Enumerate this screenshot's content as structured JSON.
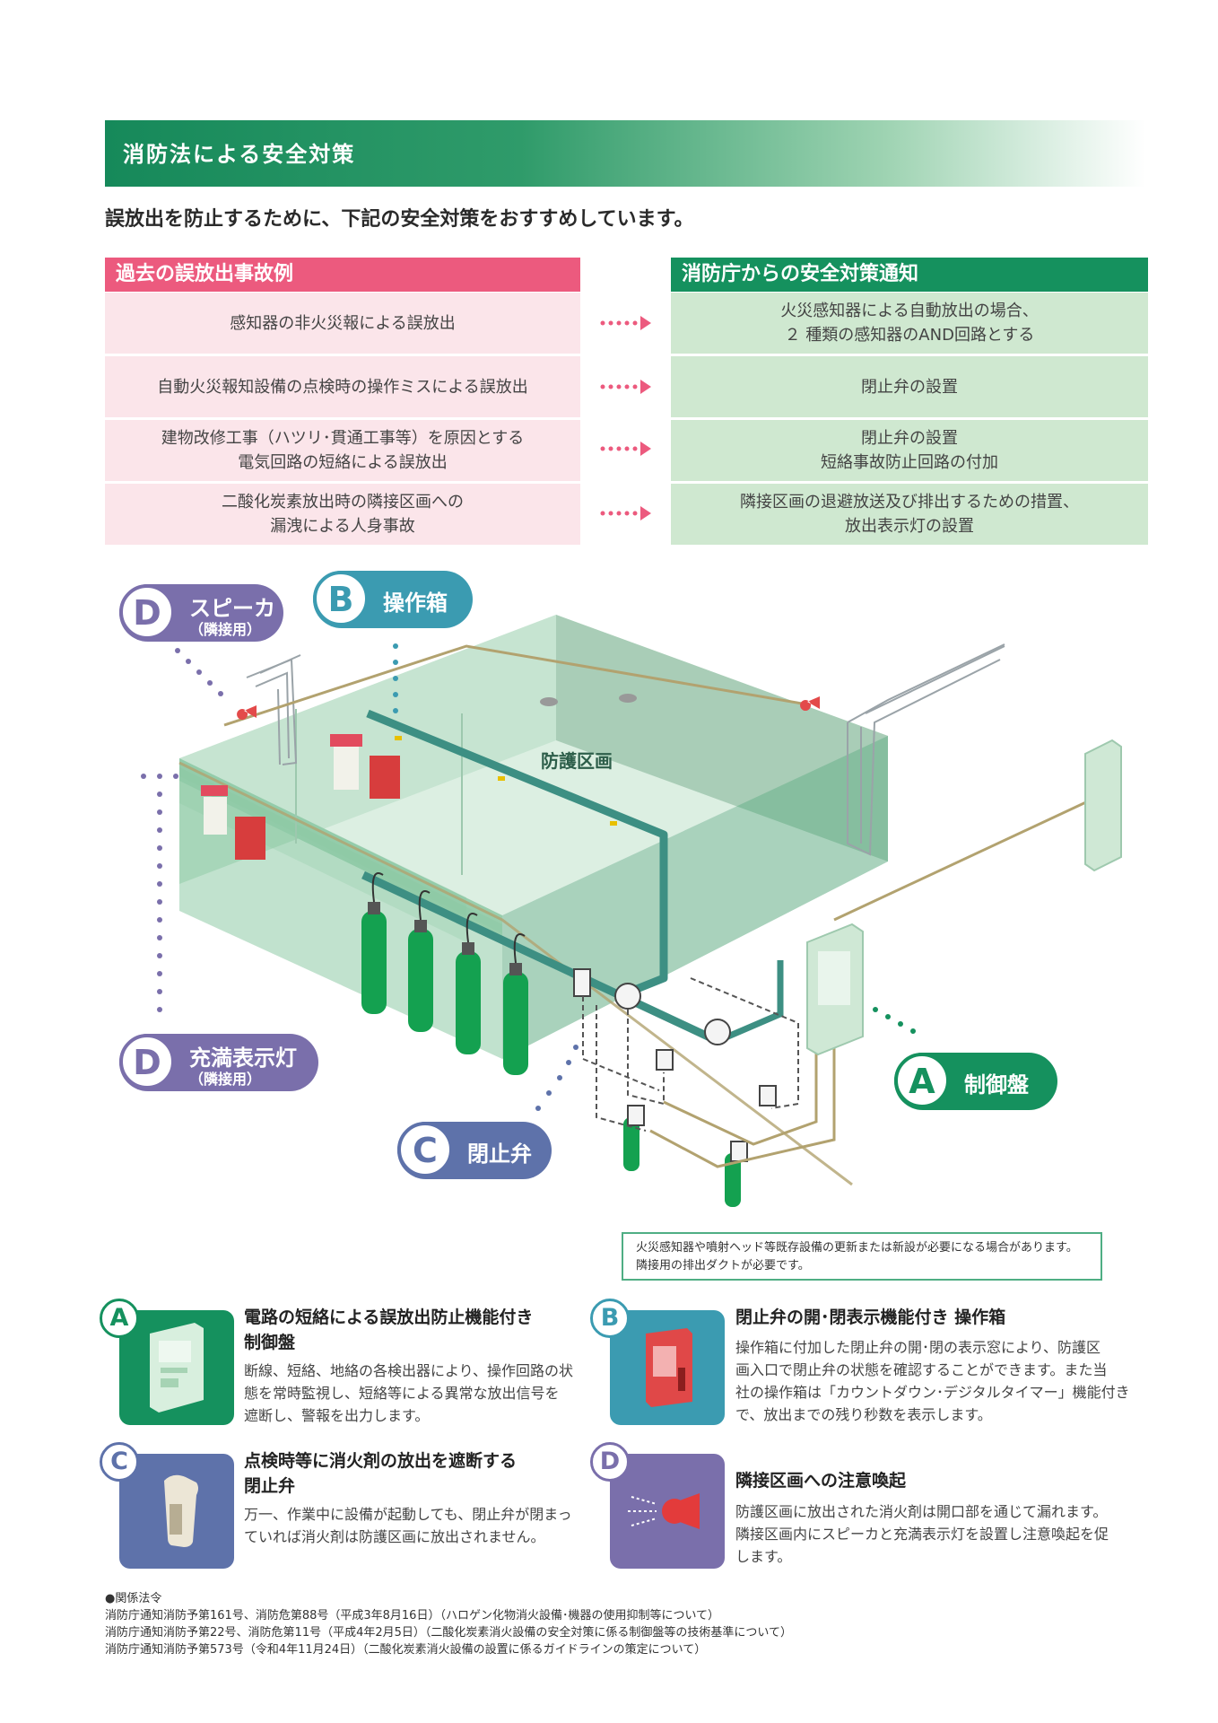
{
  "header": {
    "title": "消防法による安全対策",
    "intro": "誤放出を防止するために、下記の安全対策をおすすめしています。"
  },
  "table": {
    "left_header": "過去の誤放出事故例",
    "right_header": "消防庁からの安全対策通知",
    "rows": [
      {
        "left": [
          "感知器の非火災報による誤放出"
        ],
        "right": [
          "火災感知器による自動放出の場合、",
          "２ 種類の感知器のAND回路とする"
        ]
      },
      {
        "left": [
          "自動火災報知設備の点検時の操作ミスによる誤放出"
        ],
        "right": [
          "閉止弁の設置"
        ]
      },
      {
        "left": [
          "建物改修工事（ハツリ･貫通工事等）を原因とする",
          "電気回路の短絡による誤放出"
        ],
        "right": [
          "閉止弁の設置",
          "短絡事故防止回路の付加"
        ]
      },
      {
        "left": [
          "二酸化炭素放出時の隣接区画への",
          "漏洩による人身事故"
        ],
        "right": [
          "隣接区画の退避放送及び排出するための措置、",
          "放出表示灯の設置"
        ]
      }
    ]
  },
  "diagram": {
    "area_label": "防護区画",
    "badges": {
      "speaker": {
        "letter": "D",
        "label": "スピーカ",
        "sub": "（隣接用）"
      },
      "opbox": {
        "letter": "B",
        "label": "操作箱"
      },
      "indicator": {
        "letter": "D",
        "label": "充満表示灯",
        "sub": "（隣接用）"
      },
      "valve": {
        "letter": "C",
        "label": "閉止弁"
      },
      "panel": {
        "letter": "A",
        "label": "制御盤"
      }
    },
    "note": [
      "火災感知器や噴射ヘッド等既存設備の更新または新設が必要になる場合があります。",
      "隣接用の排出ダクトが必要です。"
    ]
  },
  "features": [
    {
      "letter": "A",
      "title": [
        "電路の短絡による誤放出防止機能付き",
        "制御盤"
      ],
      "desc": [
        "断線、短絡、地絡の各検出器により、操作回路の状",
        "態を常時監視し、短絡等による異常な放出信号を",
        "遮断し、警報を出力します。"
      ]
    },
    {
      "letter": "B",
      "title": [
        "閉止弁の開･閉表示機能付き 操作箱"
      ],
      "desc": [
        "操作箱に付加した閉止弁の開･閉の表示窓により、防護区",
        "画入口で閉止弁の状態を確認することができます。また当",
        "社の操作箱は「カウントダウン･デジタルタイマー」機能付き",
        "で、放出までの残り秒数を表示します。"
      ]
    },
    {
      "letter": "C",
      "title": [
        "点検時等に消火剤の放出を遮断する",
        "閉止弁"
      ],
      "desc": [
        "万一、作業中に設備が起動しても、閉止弁が閉まっ",
        "ていれば消火剤は防護区画に放出されません。"
      ]
    },
    {
      "letter": "D",
      "title": [
        "隣接区画への注意喚起"
      ],
      "desc": [
        "防護区画に放出された消火剤は開口部を通じて漏れます。",
        "隣接区画内にスピーカと充満表示灯を設置し注意喚起を促",
        "します。"
      ]
    }
  ],
  "laws": {
    "heading": "●関係法令",
    "lines": [
      "消防庁通知消防予第161号、消防危第88号（平成3年8月16日）（ハロゲン化物消火設備･機器の使用抑制等について）",
      "消防庁通知消防予第22号、消防危第11号（平成4年2月5日）（二酸化炭素消火設備の安全対策に係る制御盤等の技術基準について）",
      "消防庁通知消防予第573号（令和4年11月24日）（二酸化炭素消火設備の設置に係るガイドラインの策定について）"
    ]
  },
  "colors": {
    "green": "#15915e",
    "pink": "#ec5a7e",
    "teal": "#3b9bb1",
    "purple": "#7a6fab",
    "blue": "#5e72aa",
    "lightgreen": "#cfe8d0",
    "lightpink": "#fbe5ea"
  }
}
